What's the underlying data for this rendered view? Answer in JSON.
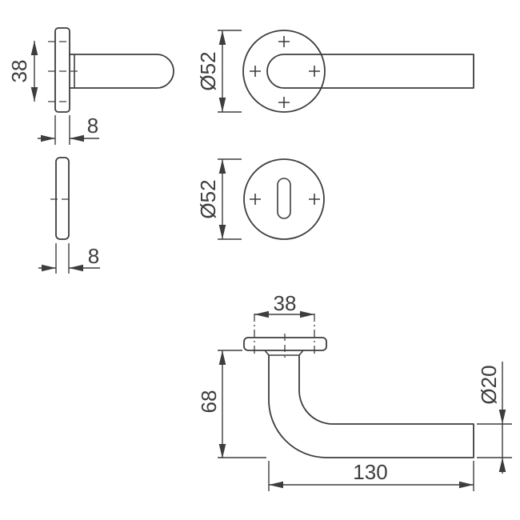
{
  "drawing": {
    "kind": "door-handle-technical-drawing",
    "colors": {
      "background": "#ffffff",
      "line": "#3d3d3d"
    },
    "views": {
      "handle_side": {
        "width_label": "38",
        "thickness_label": "8"
      },
      "handle_front": {
        "diameter_label": "Ø52"
      },
      "escutcheon_side": {
        "thickness_label": "8"
      },
      "escutcheon_front": {
        "diameter_label": "Ø52"
      },
      "handle_top": {
        "spacing_label": "38",
        "height_label": "68",
        "length_label": "130",
        "grip_diameter_label": "Ø20"
      }
    }
  }
}
